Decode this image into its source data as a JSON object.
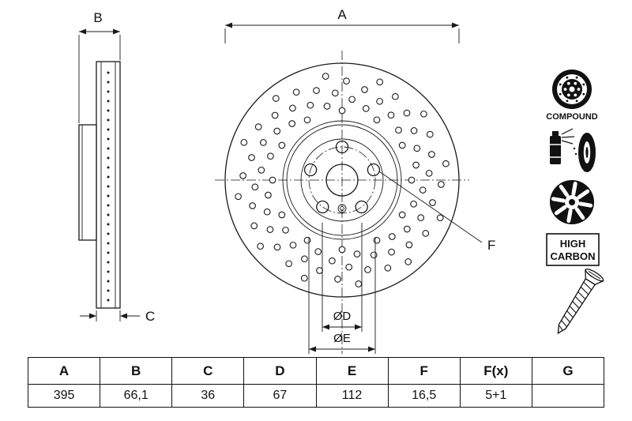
{
  "drawing": {
    "labels": {
      "dim_a": "A",
      "dim_b": "B",
      "dim_c": "C",
      "dim_d": "ØD",
      "dim_e": "ØE",
      "dim_f": "F"
    },
    "icons": {
      "compound": "COMPOUND",
      "high_carbon_1": "HIGH",
      "high_carbon_2": "CARBON"
    }
  },
  "spec_table": {
    "headers": [
      "A",
      "B",
      "C",
      "D",
      "E",
      "F",
      "F(x)",
      "G"
    ],
    "values": [
      "395",
      "66,1",
      "36",
      "67",
      "112",
      "16,5",
      "5+1",
      ""
    ]
  }
}
